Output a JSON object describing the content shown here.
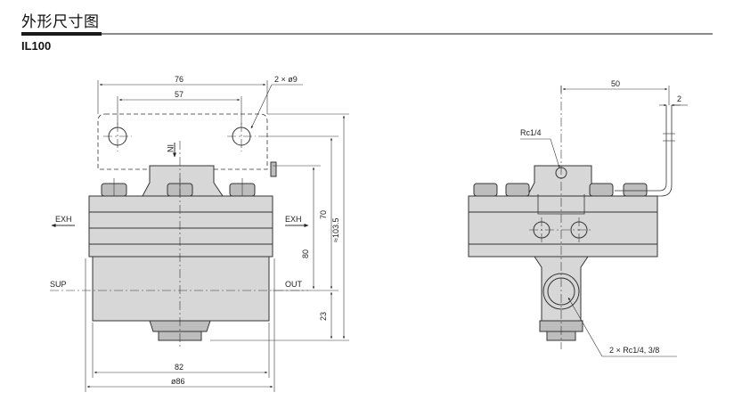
{
  "heading": {
    "title": "外形尺寸图"
  },
  "model": {
    "label": "IL100"
  },
  "front_view": {
    "dims": {
      "width_bolt_outer": "76",
      "width_bolt_inner": "57",
      "hole_callout": "2 × ø9",
      "height_70": "70",
      "height_80": "80",
      "height_103": "≈103.5",
      "height_23": "23",
      "width_82": "82",
      "width_86": "ø86"
    },
    "ports": {
      "in": "IN",
      "exh_left": "EXH",
      "exh_right": "EXH",
      "sup": "SUP",
      "out": "OUT"
    }
  },
  "side_view": {
    "dims": {
      "dim_50": "50",
      "dim_2": "2",
      "rc_top": "Rc1/4",
      "port_callout": "2 × Rc1/4, 3/8"
    }
  }
}
